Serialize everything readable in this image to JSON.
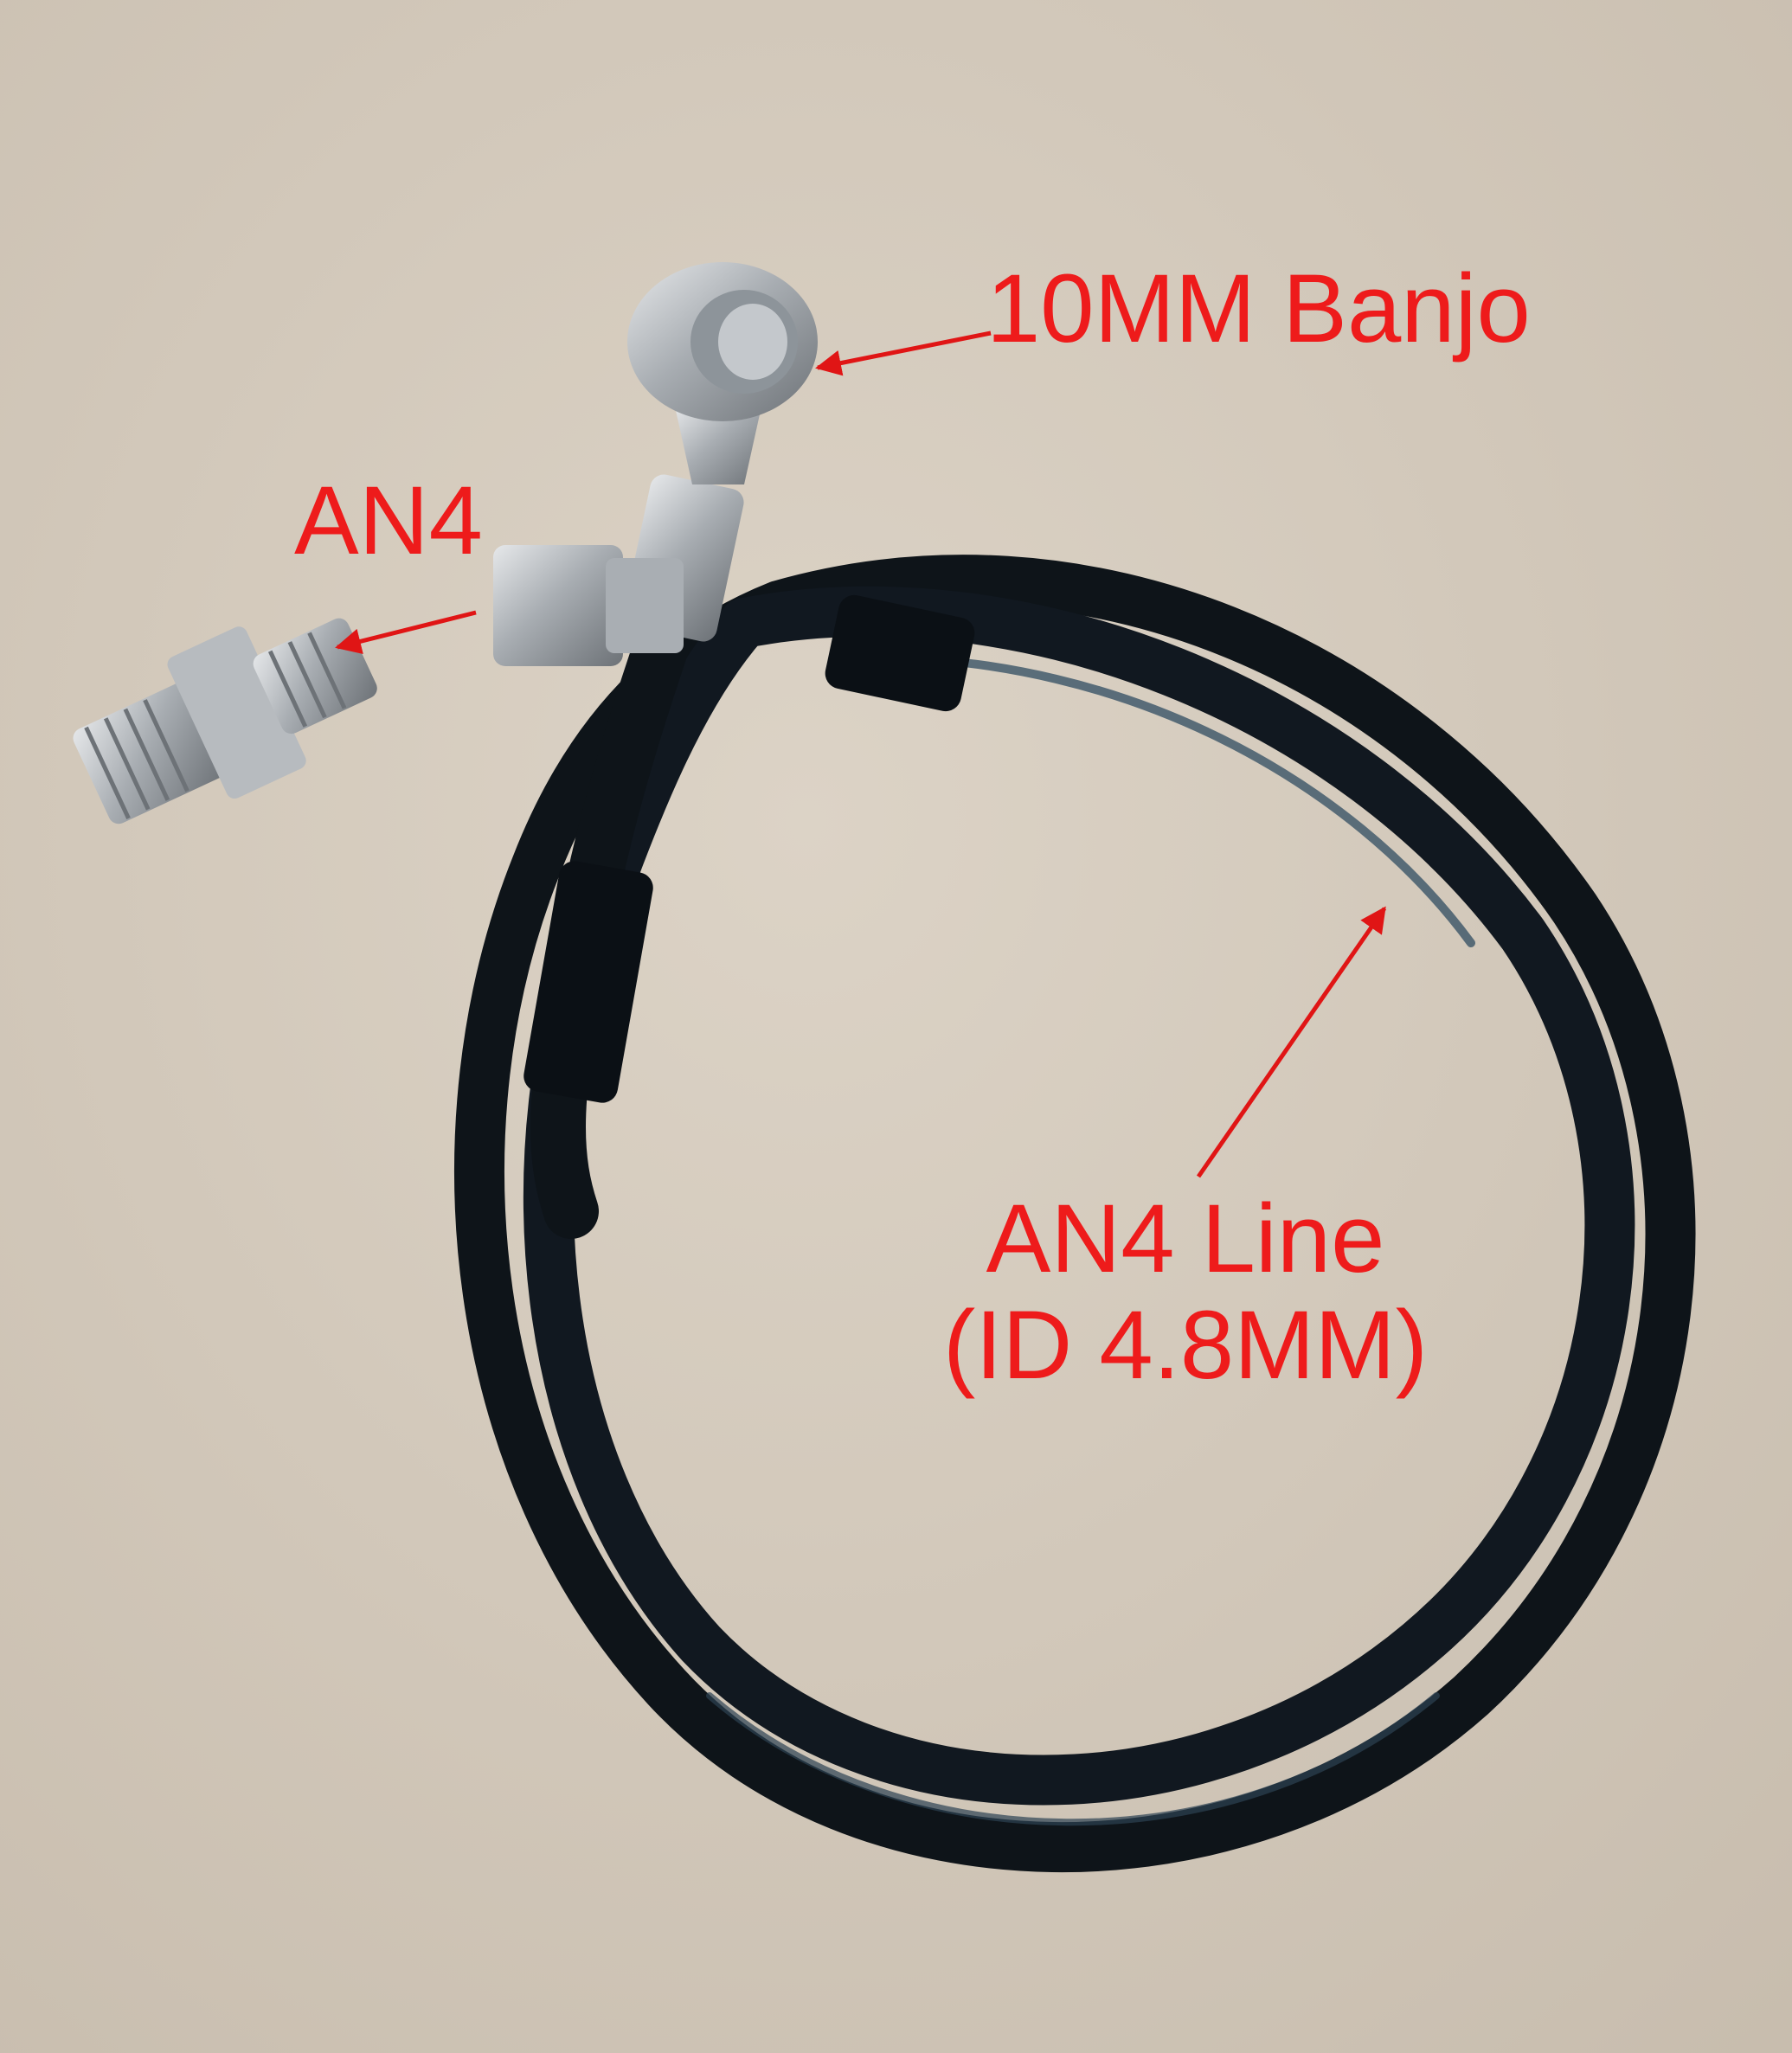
{
  "colors": {
    "label": "#ee1b1b",
    "arrow": "#e01515",
    "background": "#d3c9bb",
    "hose": "#0e1419",
    "hose_highlight": "#3a5466",
    "steel": "#b9bcbf",
    "steel_dark": "#6d7277"
  },
  "labels": {
    "banjo": "10MM Banjo",
    "an4": "AN4",
    "line_1": "AN4 Line",
    "line_2": "(ID 4.8MM)"
  }
}
